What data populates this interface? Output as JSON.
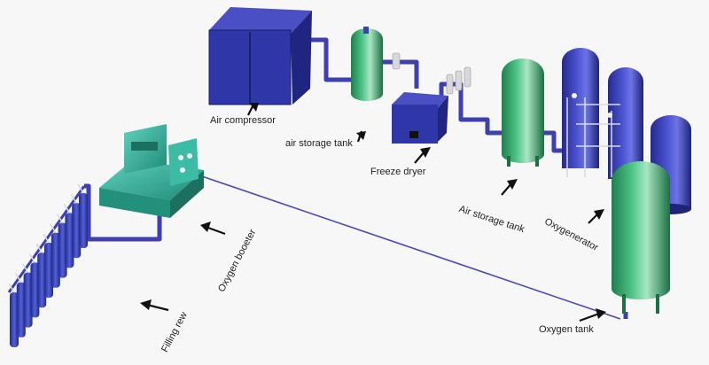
{
  "labels": {
    "air_compressor": "Air compressor",
    "air_storage_tank_1": "air storage tank",
    "freeze_dryer": "Freeze dryer",
    "air_storage_tank_2": "Air storage tank",
    "oxygenerator": "Oxygenerator",
    "oxygen_booster": "Oxygen booeter",
    "filling_row": "Filling rew",
    "oxygen_tank": "Oxygen tank"
  },
  "colors": {
    "pipe": "#3f3fb0",
    "blue_machine": "#2f36a8",
    "green_tank": "#36a86b",
    "teal_machine": "#2aa894"
  }
}
